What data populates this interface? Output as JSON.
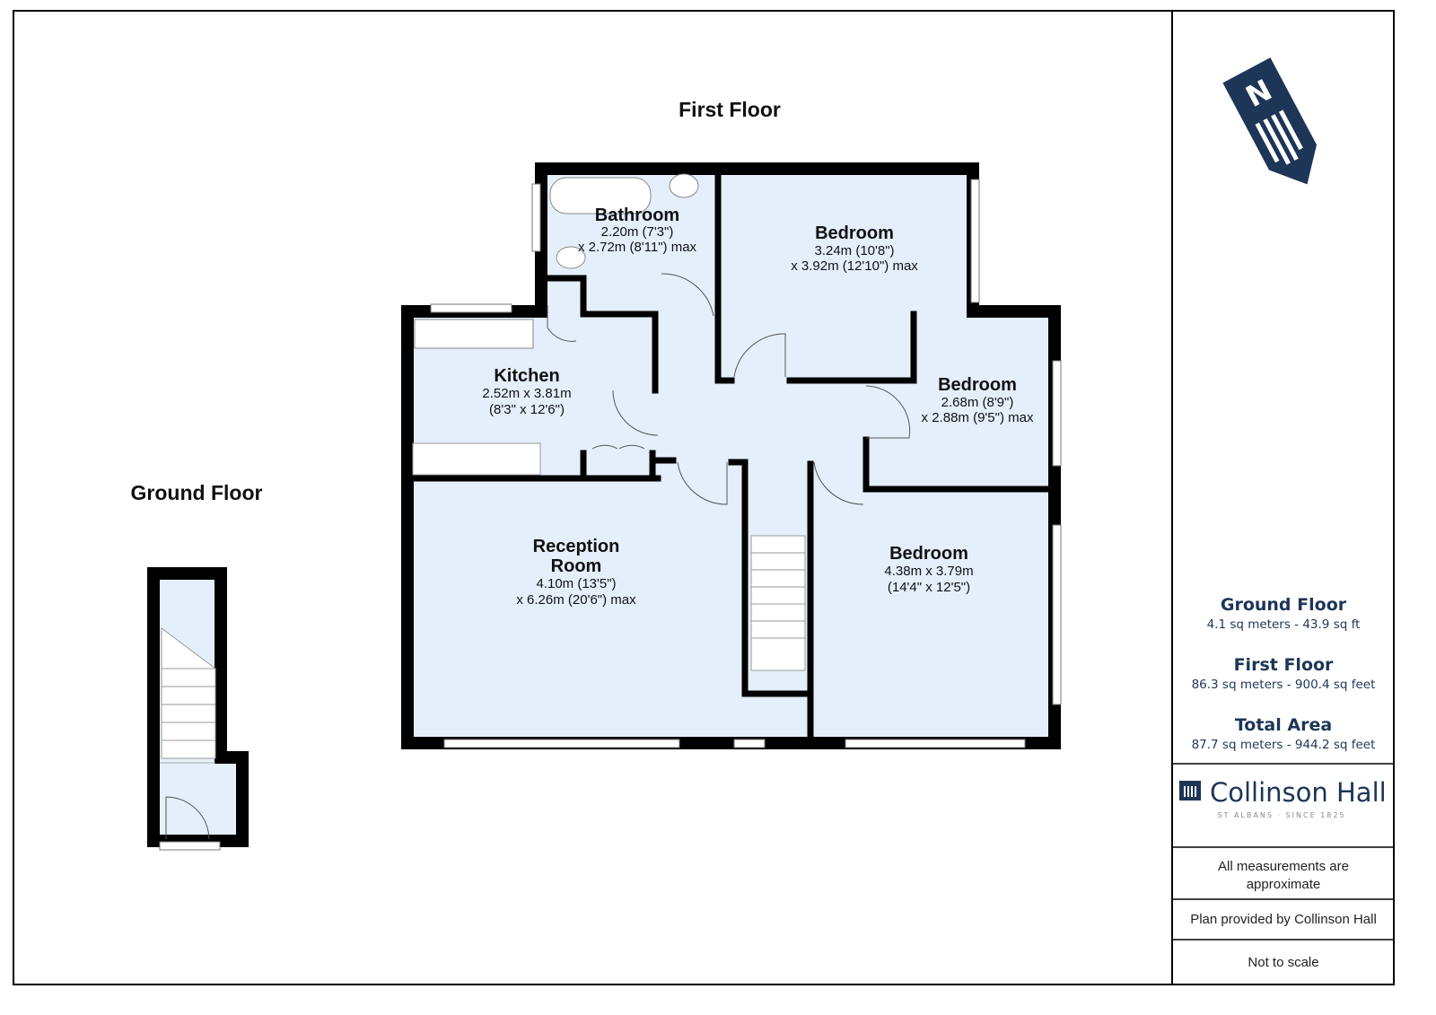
{
  "floors": {
    "first_floor_title": "First Floor",
    "ground_floor_title": "Ground Floor"
  },
  "rooms": [
    {
      "name": "Bathroom",
      "dim1": "2.20m (7'3\")",
      "dim2": "x 2.72m (8'11\") max"
    },
    {
      "name": "Bedroom",
      "dim1": "3.24m (10'8\")",
      "dim2": "x 3.92m (12'10\") max"
    },
    {
      "name": "Kitchen",
      "dim1": "2.52m x 3.81m",
      "dim2": "(8'3\" x 12'6\")"
    },
    {
      "name": "Bedroom",
      "dim1": "2.68m (8'9\")",
      "dim2": "x 2.88m (9'5\") max"
    },
    {
      "name_line1": "Reception",
      "name_line2": "Room",
      "dim1": "4.10m (13'5\")",
      "dim2": "x 6.26m (20'6\") max"
    },
    {
      "name": "Bedroom",
      "dim1": "4.38m x 3.79m",
      "dim2": "(14'4\" x 12'5\")"
    }
  ],
  "compass": {
    "letter": "N"
  },
  "areas": [
    {
      "title": "Ground Floor",
      "value": "4.1 sq meters - 43.9 sq ft"
    },
    {
      "title": "First Floor",
      "value": "86.3 sq meters - 900.4 sq feet"
    },
    {
      "title": "Total Area",
      "value": "87.7 sq meters - 944.2 sq feet"
    }
  ],
  "brand": {
    "name": "Collinson Hall",
    "tagline": "ST ALBANS · SINCE 1825"
  },
  "notes": {
    "measurements_line1": "All measurements are",
    "measurements_line2": "approximate",
    "provided_by": "Plan provided by Collinson Hall",
    "scale": "Not to scale"
  },
  "colors": {
    "room_fill": "#e4effb",
    "brand": "#1d3557",
    "wall": "#000000"
  }
}
